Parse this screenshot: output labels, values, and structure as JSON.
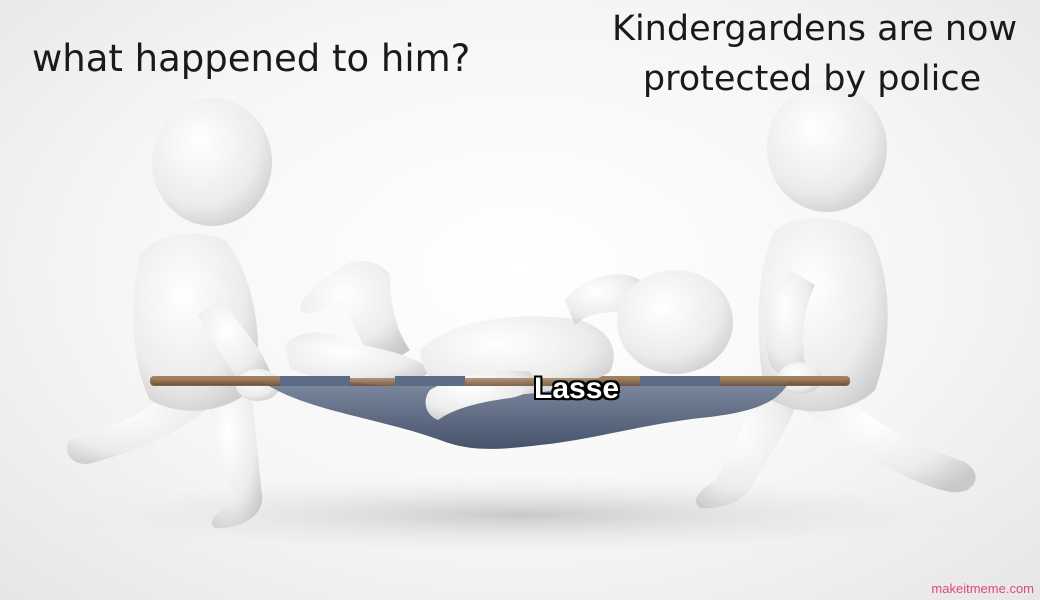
{
  "captions": {
    "left_figure": "what happened to him?",
    "right_figure_line1": "Kindergardens are now",
    "right_figure_line2": "protected by police",
    "patient": "Lasse"
  },
  "watermark": "makeitmeme.com",
  "colors": {
    "figure": "#ededed",
    "stretcher_fabric": "#5a6b85",
    "pole": "#8a6a4a",
    "watermark": "#e0477a"
  }
}
